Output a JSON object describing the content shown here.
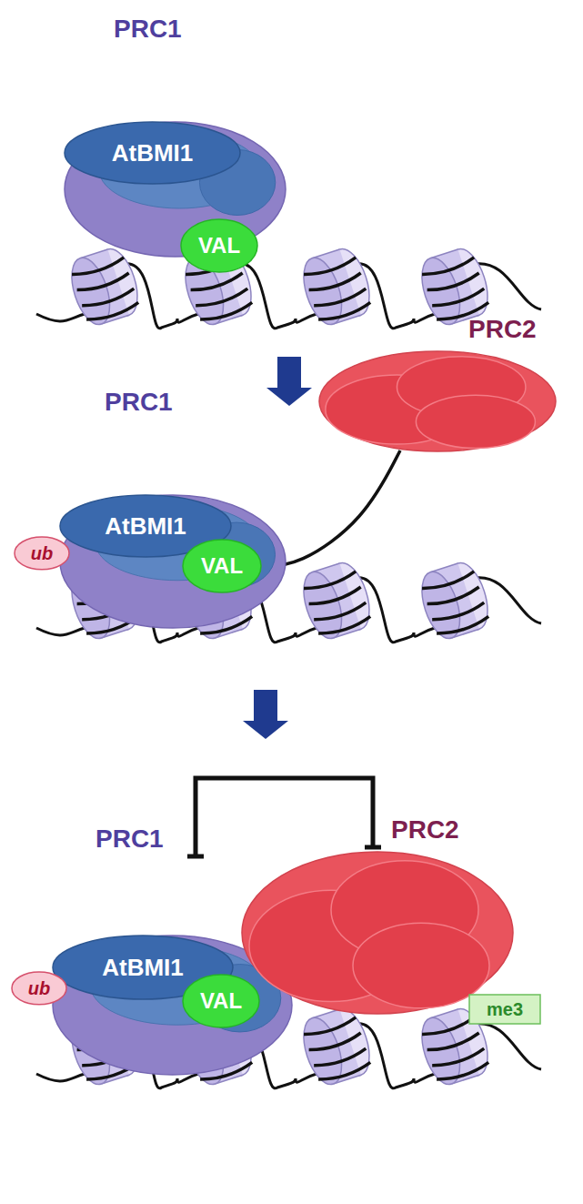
{
  "diagram": {
    "nodes": [
      {
        "text": [
          "PRC1"
        ]
      },
      {
        "text": [
          "AtBMI1"
        ],
        "in": 0
      },
      {
        "text": [
          "VAL"
        ]
      },
      {
        "text": [
          "PRC2"
        ]
      },
      {
        "text": [
          "PRC1"
        ]
      },
      {
        "text": [
          "AtBMI1"
        ],
        "in": 4
      },
      {
        "text": [
          "ub"
        ]
      },
      {
        "text": [
          "VAL"
        ]
      },
      {
        "text": [
          "PRC1"
        ]
      },
      {
        "text": [
          "AtBMI1"
        ],
        "in": 8
      },
      {
        "text": [
          "ub"
        ]
      },
      {
        "text": [
          "VAL"
        ]
      },
      {
        "text": [
          "PRC2"
        ]
      },
      {
        "text": [
          "me3"
        ]
      }
    ],
    "edges": [
      {
        "from": 0,
        "to": 2,
        "arrow": "to"
      },
      {
        "from": 3,
        "to": 7,
        "arrow": "to"
      },
      {
        "from": 8,
        "to": 12,
        "arrow": "none"
      }
    ]
  }
}
